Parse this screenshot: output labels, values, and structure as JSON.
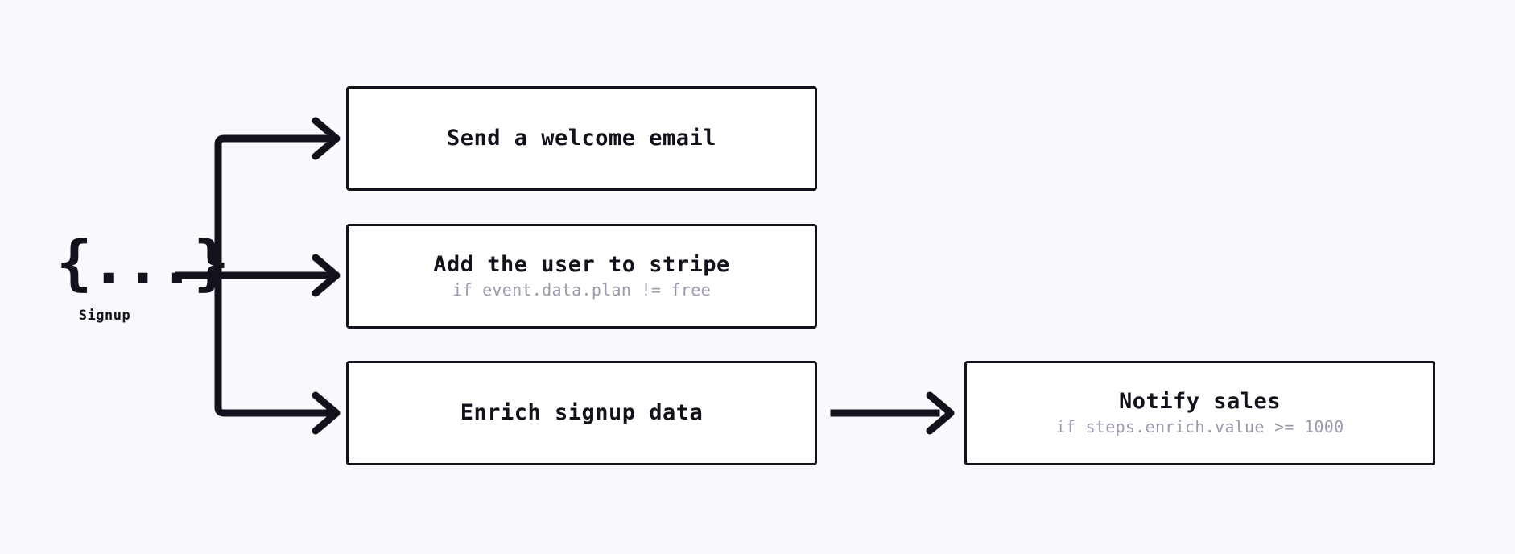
{
  "diagram": {
    "type": "workflow-branch-flowchart",
    "background_color": "#f9f8fd",
    "line_color": "#12121c",
    "node_fill_color": "#ffffff",
    "node_border_color": "#12121c",
    "title_color": "#12121c",
    "subtitle_color": "#9a9aae",
    "trigger": {
      "glyph": "{...}",
      "glyph_icon_name": "json-braces-icon",
      "label": "Signup"
    },
    "nodes": [
      {
        "id": "welcome",
        "title": "Send a welcome email",
        "subtitle": ""
      },
      {
        "id": "stripe",
        "title": "Add the user to stripe",
        "subtitle": "if event.data.plan != free"
      },
      {
        "id": "enrich",
        "title": "Enrich signup data",
        "subtitle": ""
      },
      {
        "id": "notify",
        "title": "Notify sales",
        "subtitle": "if steps.enrich.value >= 1000"
      }
    ],
    "edges": [
      {
        "from": "trigger",
        "to": "welcome"
      },
      {
        "from": "trigger",
        "to": "stripe"
      },
      {
        "from": "trigger",
        "to": "enrich"
      },
      {
        "from": "enrich",
        "to": "notify"
      }
    ]
  }
}
